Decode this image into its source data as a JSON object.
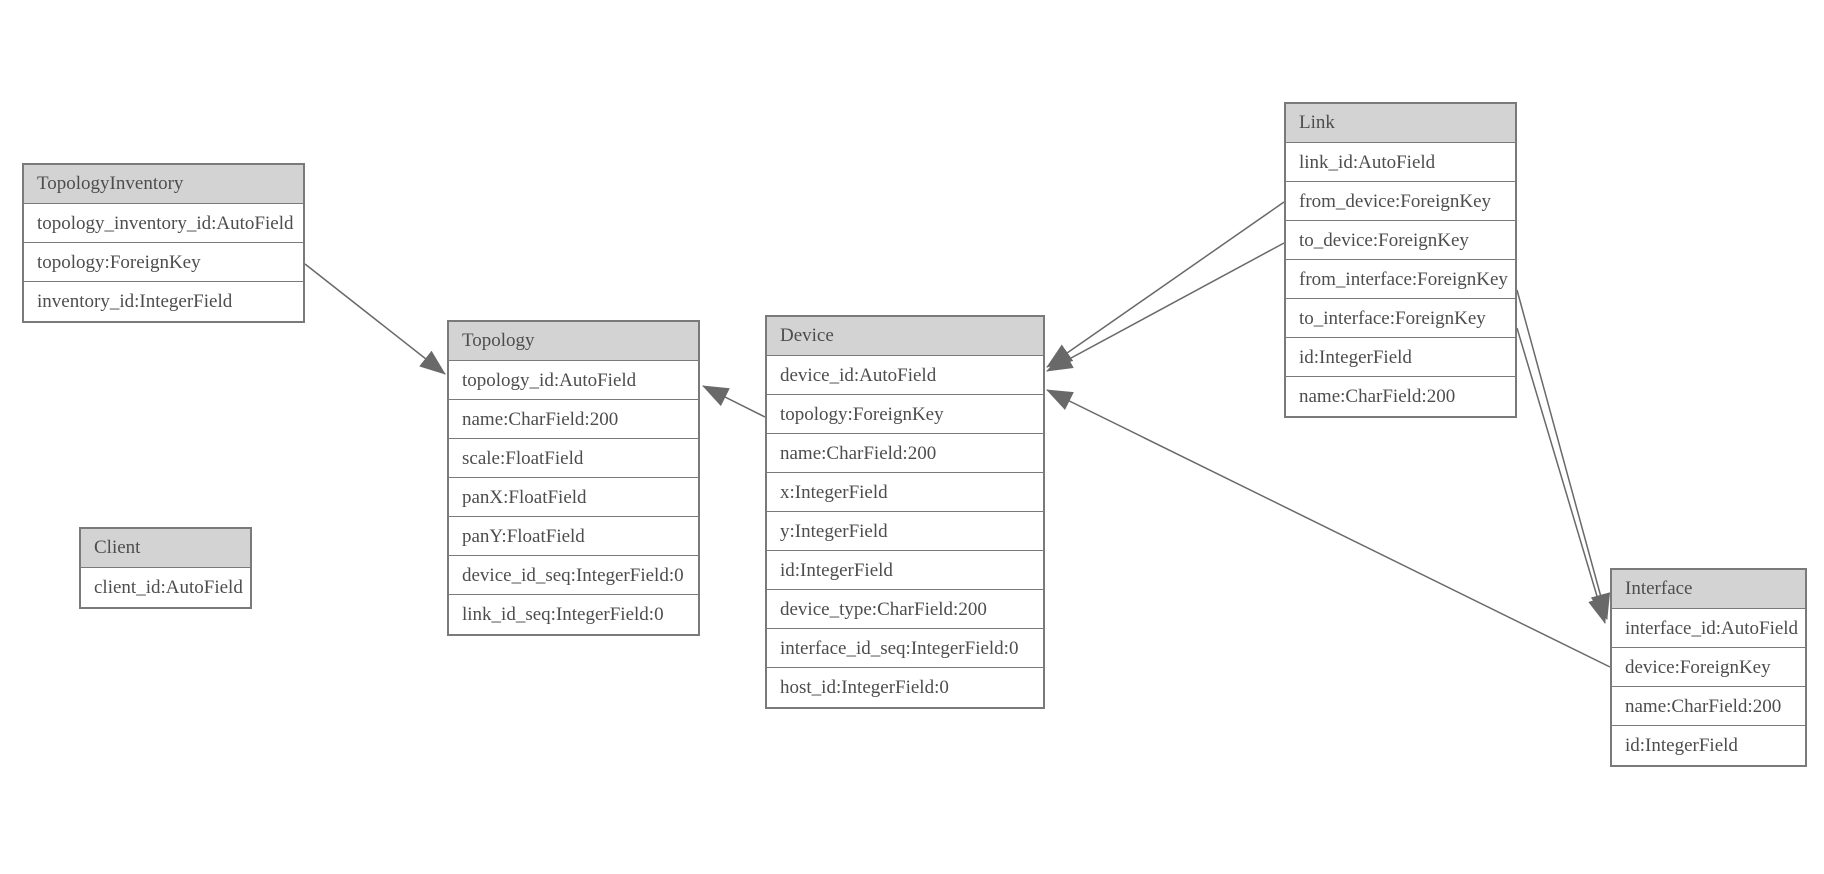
{
  "diagram": {
    "colors": {
      "header_fill": "#d3d3d3",
      "border": "#7a7a7a",
      "text": "#4d4d4d",
      "line": "#696969",
      "arrowhead": "#696969",
      "background": "#ffffff"
    },
    "entities": [
      {
        "name": "TopologyInventory",
        "fields": [
          "topology_inventory_id:AutoField",
          "topology:ForeignKey",
          "inventory_id:IntegerField"
        ]
      },
      {
        "name": "Topology",
        "fields": [
          "topology_id:AutoField",
          "name:CharField:200",
          "scale:FloatField",
          "panX:FloatField",
          "panY:FloatField",
          "device_id_seq:IntegerField:0",
          "link_id_seq:IntegerField:0"
        ]
      },
      {
        "name": "Client",
        "fields": [
          "client_id:AutoField"
        ]
      },
      {
        "name": "Device",
        "fields": [
          "device_id:AutoField",
          "topology:ForeignKey",
          "name:CharField:200",
          "x:IntegerField",
          "y:IntegerField",
          "id:IntegerField",
          "device_type:CharField:200",
          "interface_id_seq:IntegerField:0",
          "host_id:IntegerField:0"
        ]
      },
      {
        "name": "Link",
        "fields": [
          "link_id:AutoField",
          "from_device:ForeignKey",
          "to_device:ForeignKey",
          "from_interface:ForeignKey",
          "to_interface:ForeignKey",
          "id:IntegerField",
          "name:CharField:200"
        ]
      },
      {
        "name": "Interface",
        "fields": [
          "interface_id:AutoField",
          "device:ForeignKey",
          "name:CharField:200",
          "id:IntegerField"
        ]
      }
    ],
    "relationships": [
      {
        "from": "TopologyInventory.topology",
        "to": "Topology.topology_id"
      },
      {
        "from": "Device.topology",
        "to": "Topology.topology_id"
      },
      {
        "from": "Link.from_device",
        "to": "Device.device_id"
      },
      {
        "from": "Link.to_device",
        "to": "Device.device_id"
      },
      {
        "from": "Link.from_interface",
        "to": "Interface.interface_id"
      },
      {
        "from": "Link.to_interface",
        "to": "Interface.interface_id"
      },
      {
        "from": "Interface.device",
        "to": "Device.device_id"
      }
    ]
  }
}
